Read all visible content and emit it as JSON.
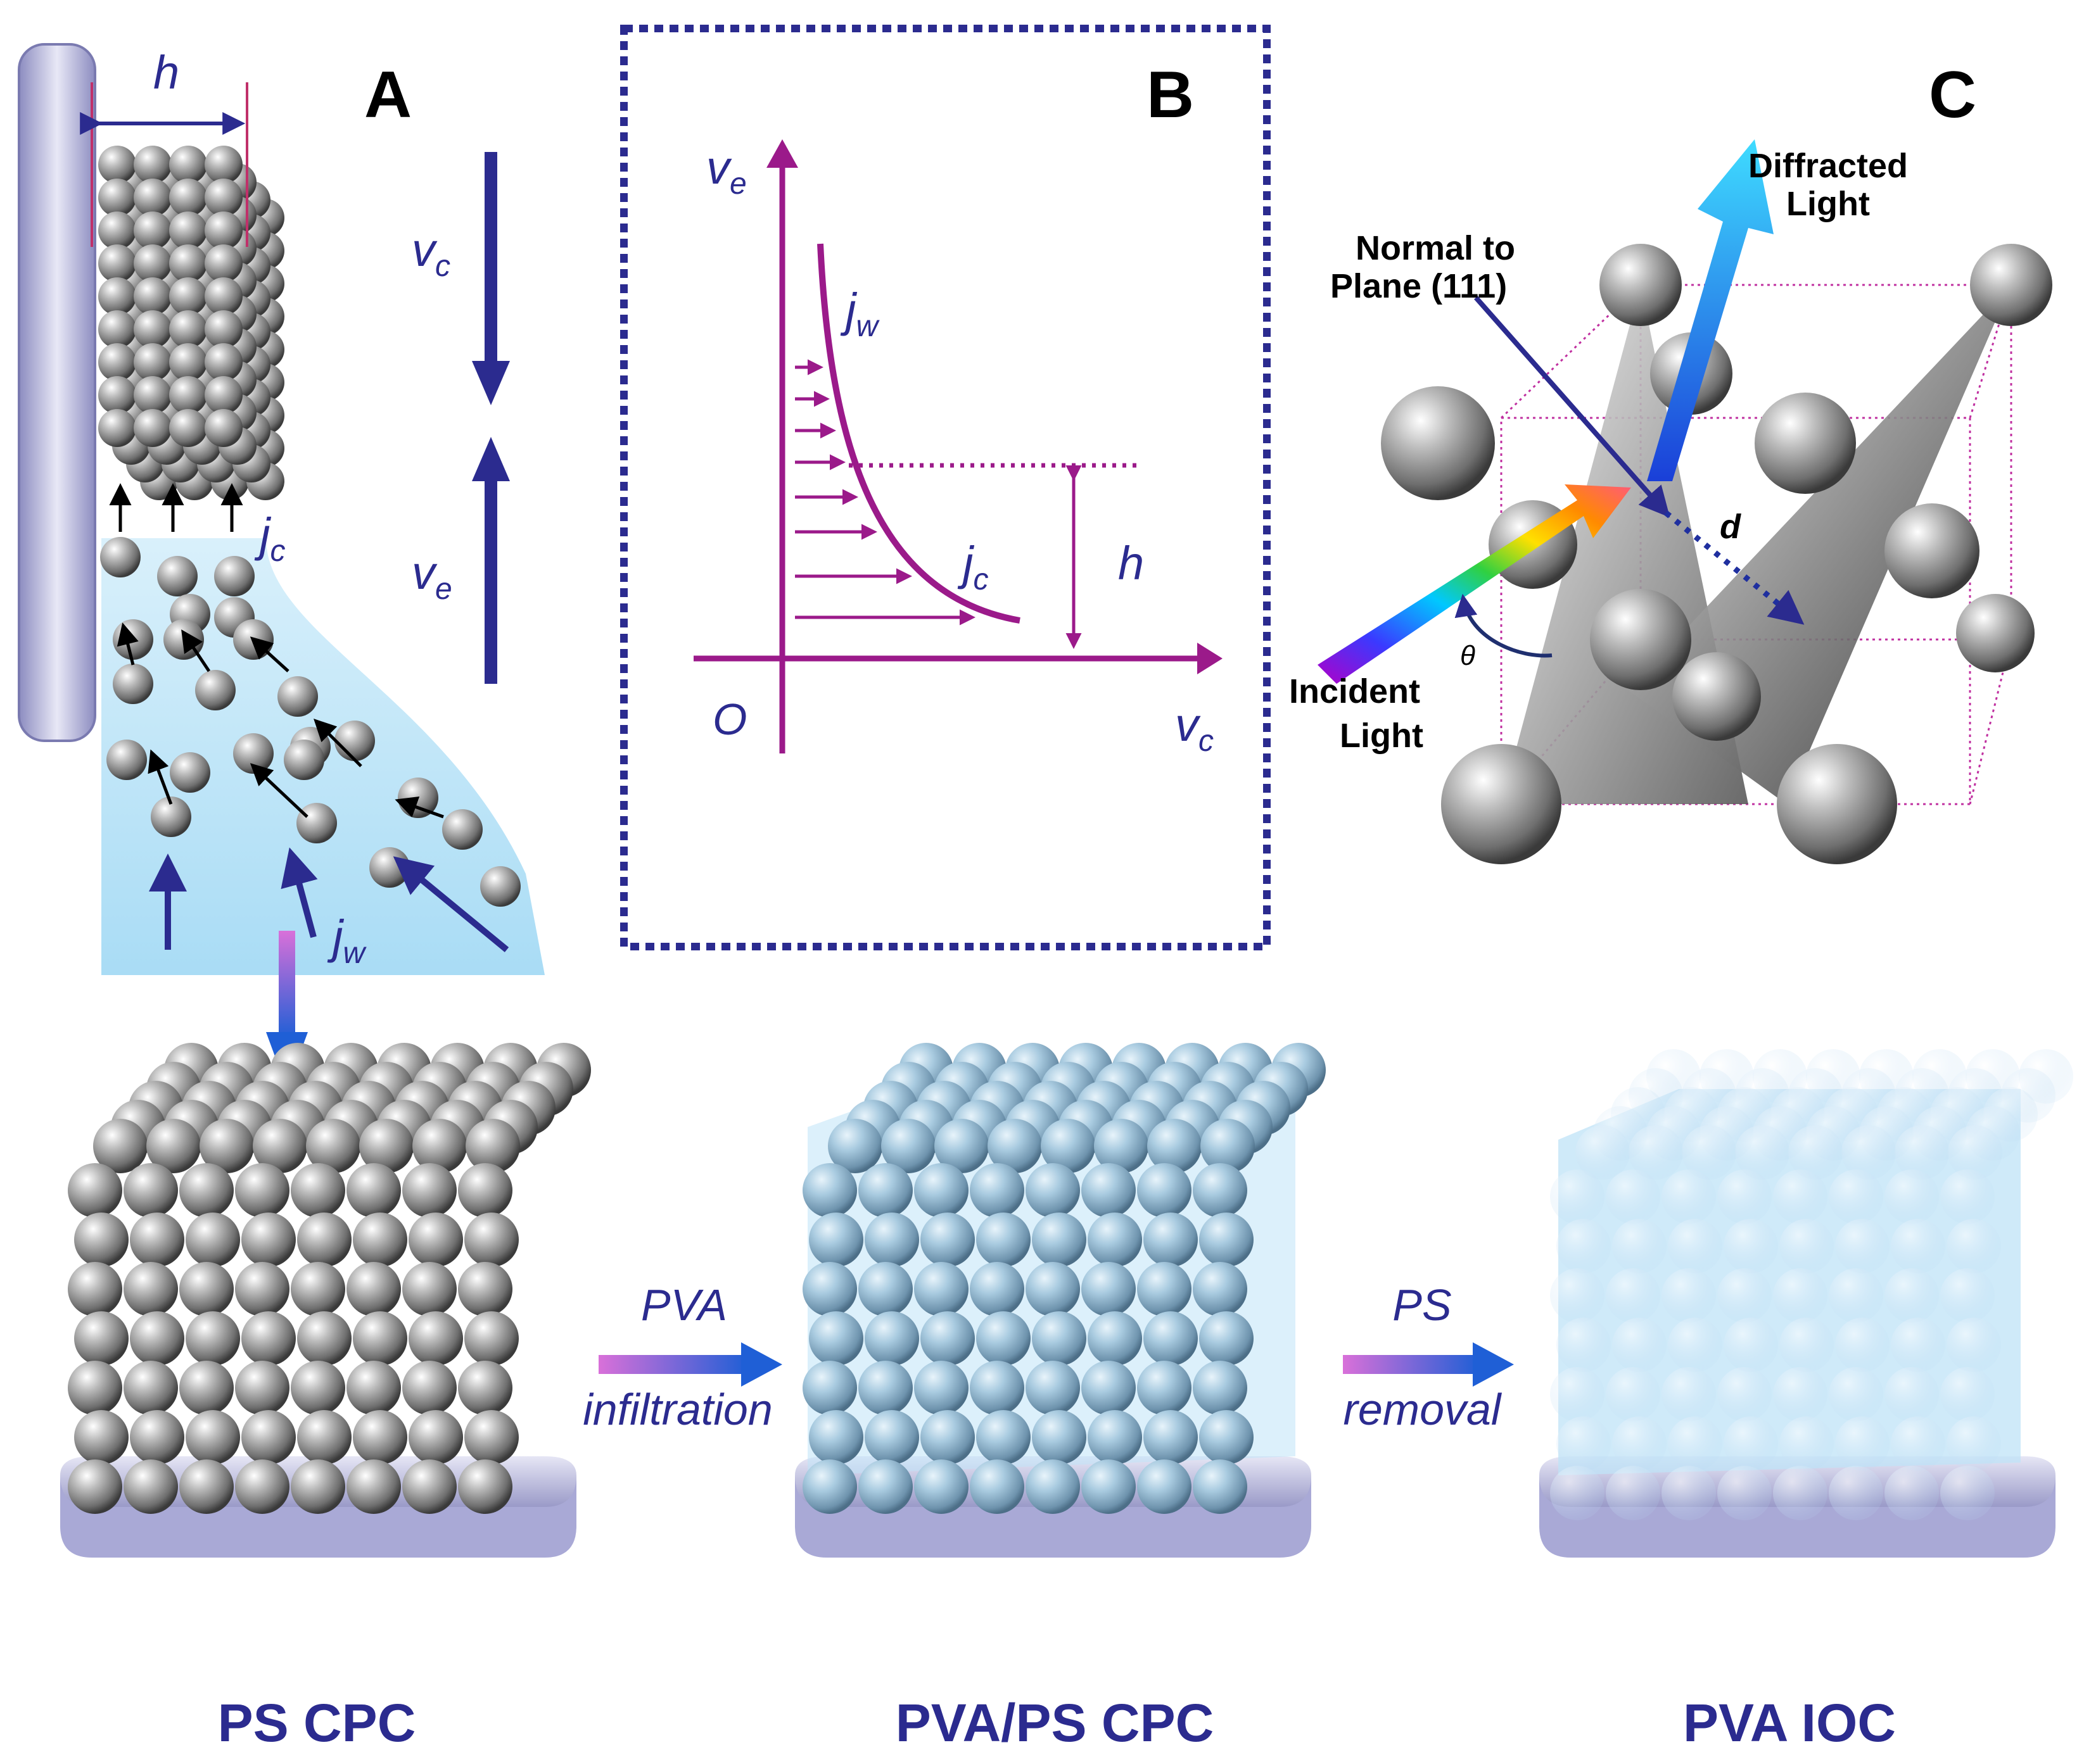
{
  "panels": {
    "a": "A",
    "b": "B",
    "c": "C"
  },
  "panel_a": {
    "h": "h",
    "vc": "v",
    "vc_sub": "c",
    "ve": "v",
    "ve_sub": "e",
    "jc": "j",
    "jc_sub": "c",
    "jw": "j",
    "jw_sub": "w"
  },
  "panel_b": {
    "axis_y": "v",
    "axis_y_sub": "e",
    "axis_x": "v",
    "axis_x_sub": "c",
    "origin": "O",
    "jw": "j",
    "jw_sub": "w",
    "jc": "j",
    "jc_sub": "c",
    "h": "h"
  },
  "panel_c": {
    "diffracted_1": "Diffracted",
    "diffracted_2": "Light",
    "normal_1": "Normal to",
    "normal_2": "Plane (111)",
    "incident_1": "Incident",
    "incident_2": "Light",
    "d": "d",
    "theta": "θ"
  },
  "process": {
    "step1_top": "PVA",
    "step1_bottom": "infiltration",
    "step2_top": "PS",
    "step2_bottom": "removal"
  },
  "captions": {
    "ps_cpc": "PS CPC",
    "pva_ps_cpc": "PVA/PS CPC",
    "pva_ioc": "PVA IOC"
  },
  "colors": {
    "navy": "#2b2b8f",
    "magenta": "#9b1a8a",
    "light_blue": "#bfe3f7",
    "sphere": "#9a9a9a"
  }
}
